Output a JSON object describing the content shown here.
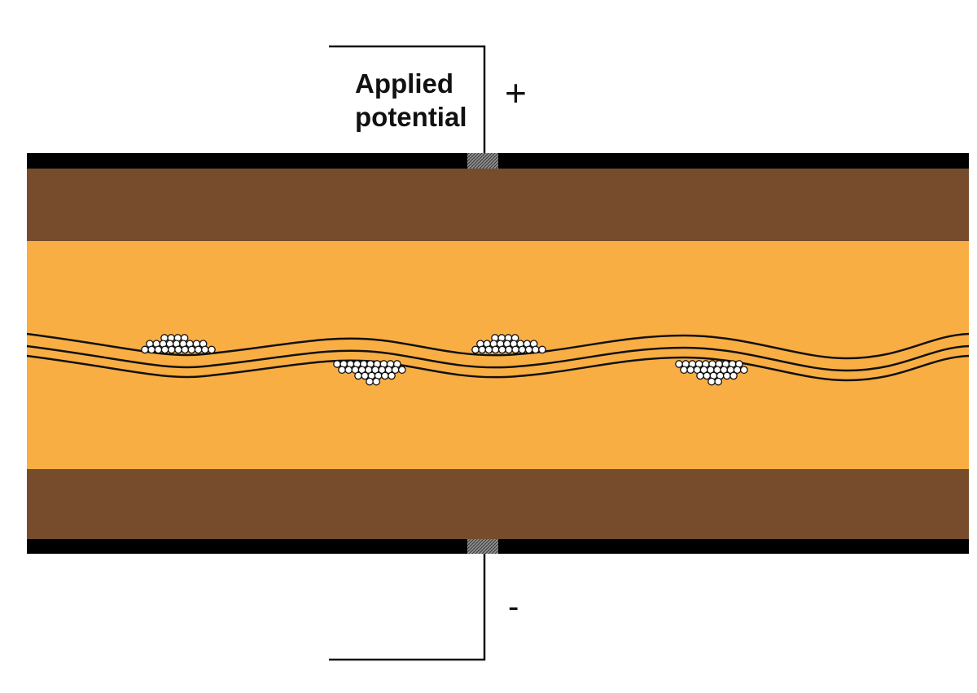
{
  "labels": {
    "applied_line1": "Applied",
    "applied_line2": "potential",
    "positive": "+",
    "negative": "-"
  },
  "colors": {
    "electrode": "#000000",
    "outer_layer": "#774c2c",
    "inner_layer": "#f9ae43",
    "contact_patch": "#8a8a8a",
    "wire": "#111111",
    "particle_fill": "#ffffff",
    "particle_stroke": "#111111"
  },
  "icons": {
    "particle": "circle",
    "contact": "hatched-patch"
  }
}
